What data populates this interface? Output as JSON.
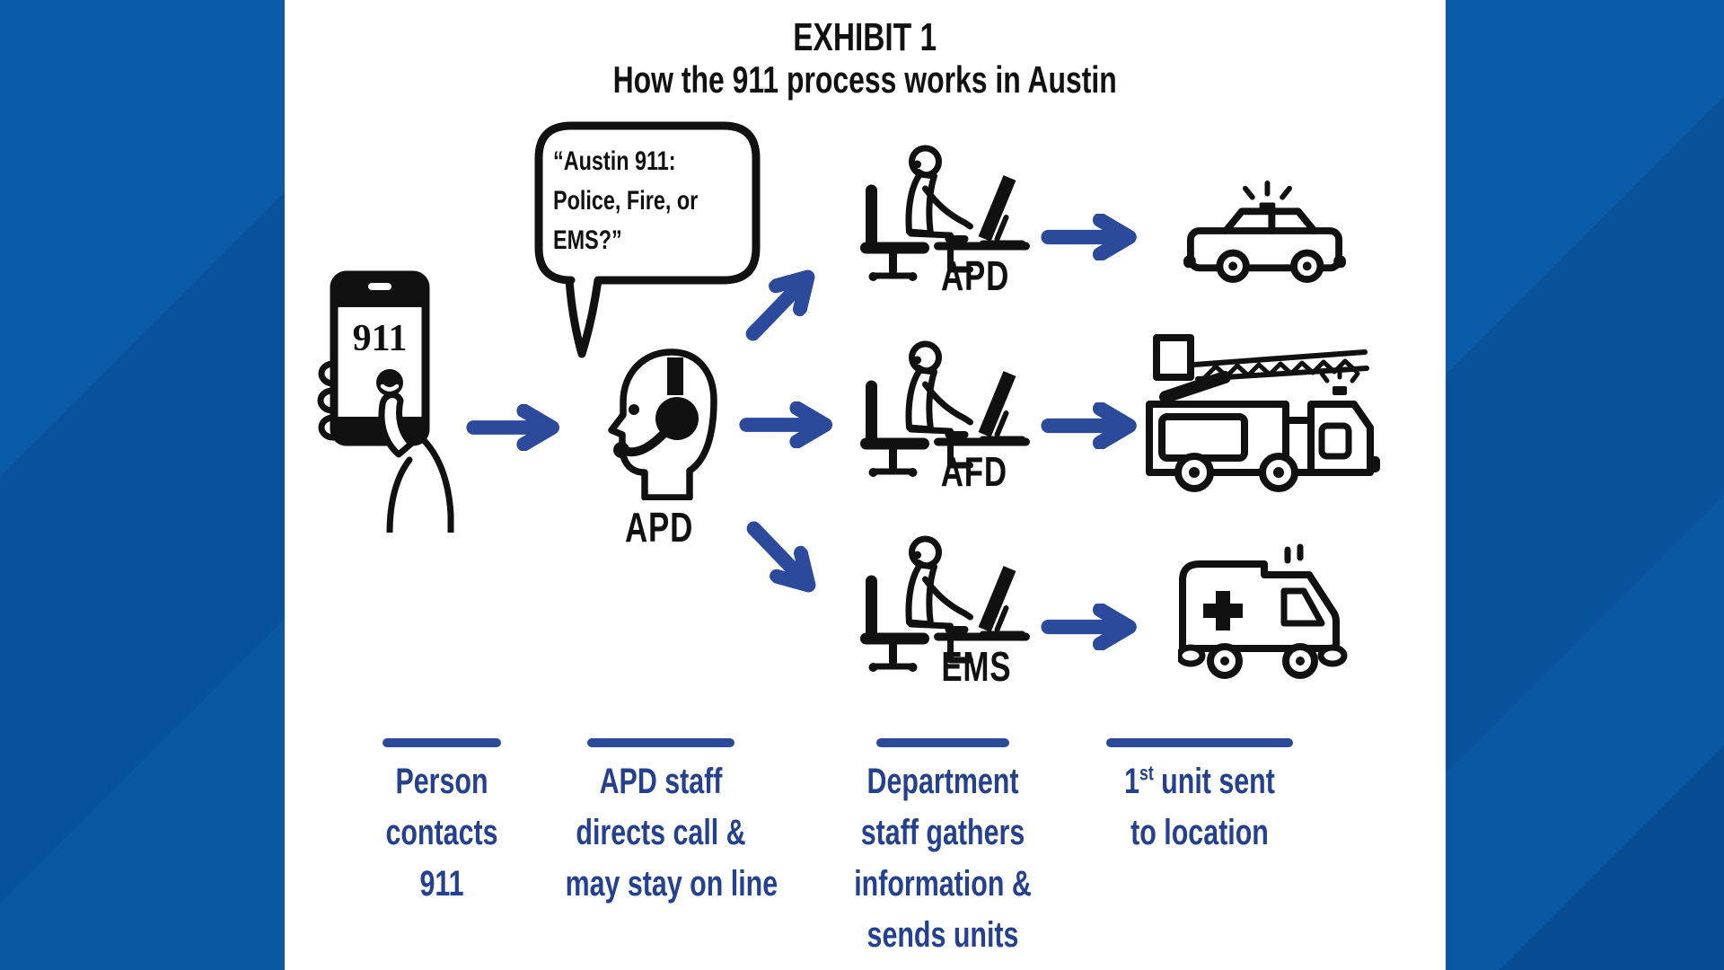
{
  "title": {
    "line1": "EXHIBIT 1",
    "line2": "How the 911 process works in Austin"
  },
  "speech_bubble": {
    "line1": "“Austin 911:",
    "line2": "Police, Fire, or",
    "line3": "EMS?”"
  },
  "phone": {
    "screen_text": "911"
  },
  "call_taker": {
    "label": "APD"
  },
  "dispatchers": [
    {
      "label": "APD"
    },
    {
      "label": "AFD"
    },
    {
      "label": "EMS"
    }
  ],
  "icons": {
    "column1": "phone-911-in-hand-icon",
    "column2": "call-taker-headset-icon",
    "column3": "dispatcher-at-computer-icon",
    "column4": [
      "police-car-icon",
      "fire-truck-icon",
      "ambulance-icon"
    ]
  },
  "steps": [
    {
      "line1": "Person",
      "line2": "contacts",
      "line3": "911"
    },
    {
      "line1": "APD staff",
      "line2": "directs call &",
      "line3": "may stay on line"
    },
    {
      "line1": "Department",
      "line2": "staff gathers",
      "line3": "information &",
      "line4": "sends units"
    },
    {
      "line1_num": "1",
      "line1_sup": "st",
      "line1_rest": " unit sent",
      "line2": "to location"
    }
  ],
  "colors": {
    "accent_blue": "#2b4a9c",
    "label_blue": "#24418f",
    "side_background": "#0a57a1",
    "icon_black": "#111111"
  }
}
